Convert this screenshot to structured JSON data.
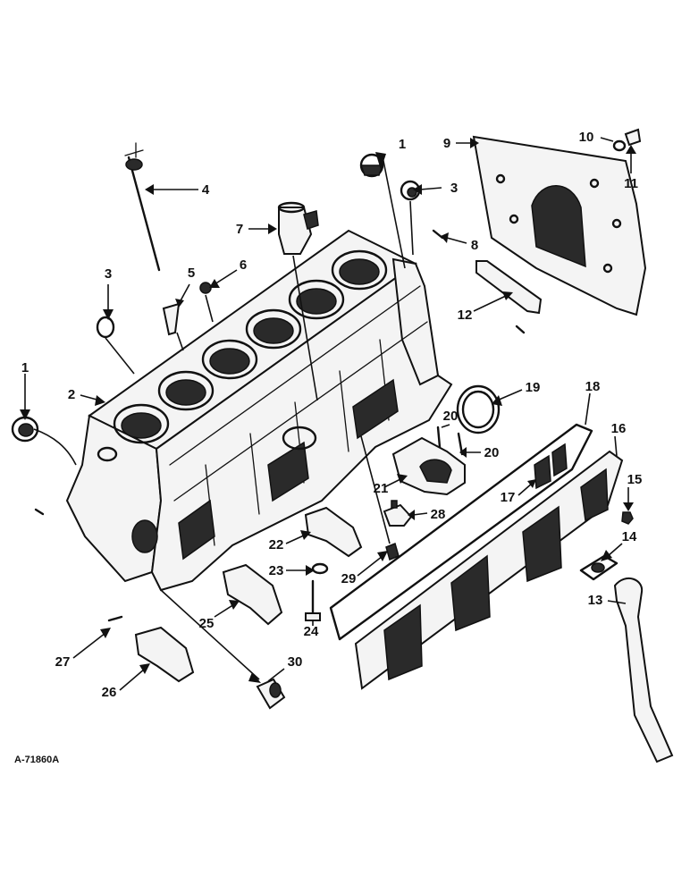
{
  "drawing_id": "A-71860A",
  "callouts": [
    {
      "id": "c1a",
      "text": "1"
    },
    {
      "id": "c1b",
      "text": "1"
    },
    {
      "id": "c2",
      "text": "2"
    },
    {
      "id": "c3a",
      "text": "3"
    },
    {
      "id": "c3b",
      "text": "3"
    },
    {
      "id": "c4",
      "text": "4"
    },
    {
      "id": "c5",
      "text": "5"
    },
    {
      "id": "c6",
      "text": "6"
    },
    {
      "id": "c7",
      "text": "7"
    },
    {
      "id": "c8",
      "text": "8"
    },
    {
      "id": "c9",
      "text": "9"
    },
    {
      "id": "c10",
      "text": "10"
    },
    {
      "id": "c11",
      "text": "11"
    },
    {
      "id": "c12",
      "text": "12"
    },
    {
      "id": "c13",
      "text": "13"
    },
    {
      "id": "c14",
      "text": "14"
    },
    {
      "id": "c15",
      "text": "15"
    },
    {
      "id": "c16",
      "text": "16"
    },
    {
      "id": "c17",
      "text": "17"
    },
    {
      "id": "c18",
      "text": "18"
    },
    {
      "id": "c19",
      "text": "19"
    },
    {
      "id": "c20a",
      "text": "20"
    },
    {
      "id": "c20b",
      "text": "20"
    },
    {
      "id": "c21",
      "text": "21"
    },
    {
      "id": "c22",
      "text": "22"
    },
    {
      "id": "c23",
      "text": "23"
    },
    {
      "id": "c24",
      "text": "24"
    },
    {
      "id": "c25",
      "text": "25"
    },
    {
      "id": "c26",
      "text": "26"
    },
    {
      "id": "c27",
      "text": "27"
    },
    {
      "id": "c28",
      "text": "28"
    },
    {
      "id": "c29",
      "text": "29"
    },
    {
      "id": "c30",
      "text": "30"
    }
  ]
}
